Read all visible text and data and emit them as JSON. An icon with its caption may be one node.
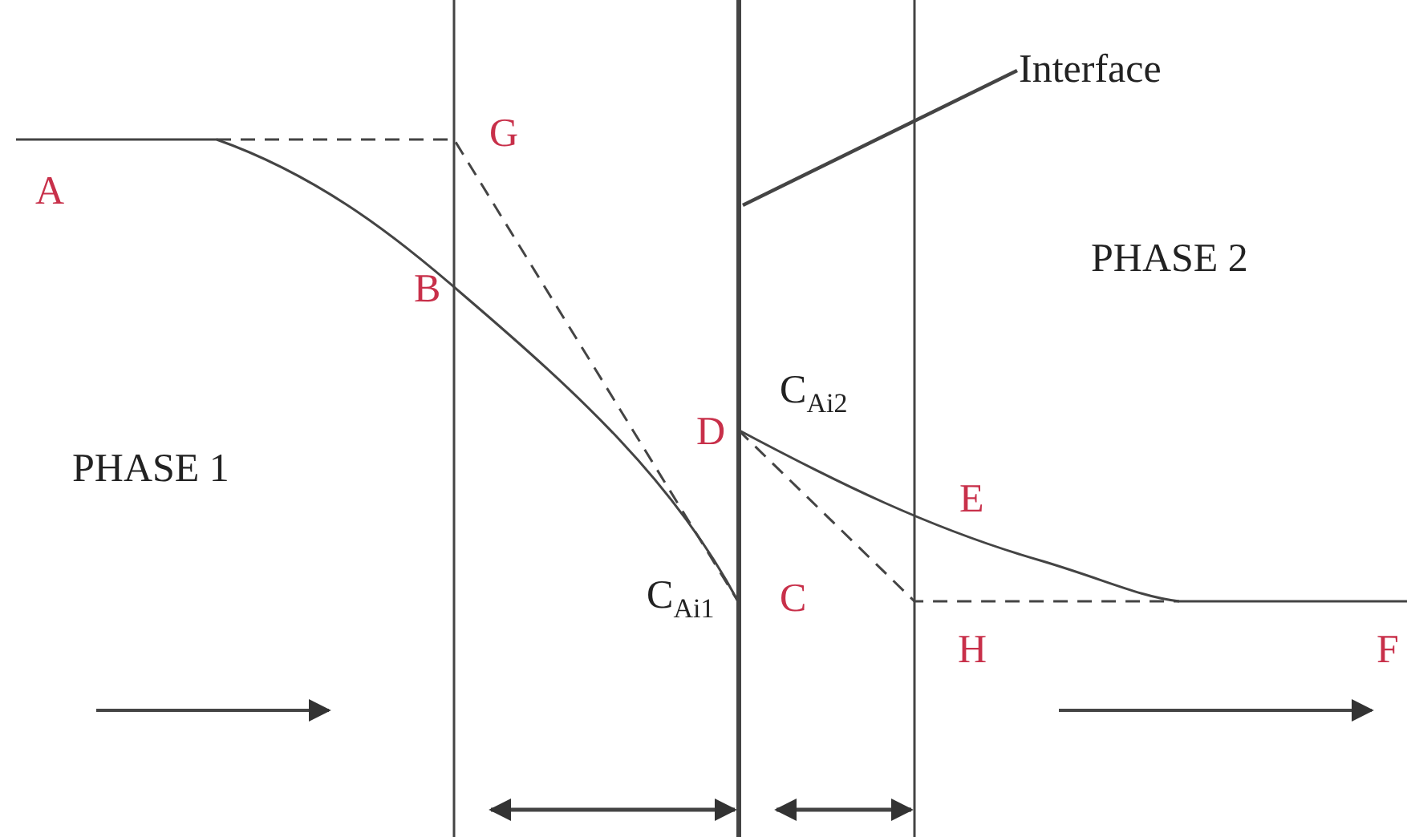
{
  "diagram": {
    "nodes": [
      {
        "text": [
          "Interface"
        ]
      },
      {
        "text": [],
        "shape": "line"
      }
    ],
    "edges": [
      {
        "from": 0,
        "to": 1,
        "arrow": "none"
      }
    ],
    "labels": [
      "A",
      "G",
      "B",
      "PHASE 2",
      "PHASE 1",
      "C$_{Ai2}$",
      "D",
      "E",
      "C$_{Ai1}$",
      "C",
      "H",
      "F"
    ]
  }
}
